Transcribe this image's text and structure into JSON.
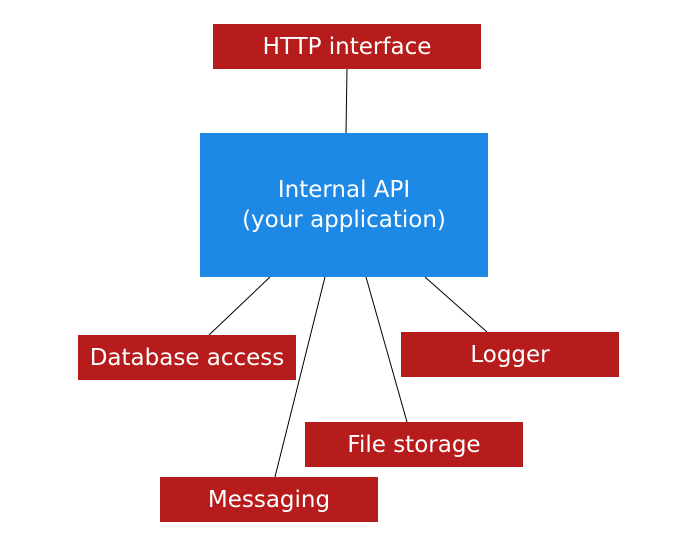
{
  "nodes": {
    "http": {
      "label": "HTTP interface"
    },
    "api": {
      "line1": "Internal API",
      "line2": "(your application)"
    },
    "database": {
      "label": "Database access"
    },
    "logger": {
      "label": "Logger"
    },
    "file_storage": {
      "label": "File storage"
    },
    "messaging": {
      "label": "Messaging"
    }
  },
  "edges": [
    {
      "from": "api",
      "to": "http"
    },
    {
      "from": "api",
      "to": "database"
    },
    {
      "from": "api",
      "to": "messaging"
    },
    {
      "from": "api",
      "to": "file_storage"
    },
    {
      "from": "api",
      "to": "logger"
    }
  ],
  "colors": {
    "core": "#1e88e5",
    "component": "#b71c1c",
    "connector": "#000000",
    "text": "#ffffff"
  }
}
